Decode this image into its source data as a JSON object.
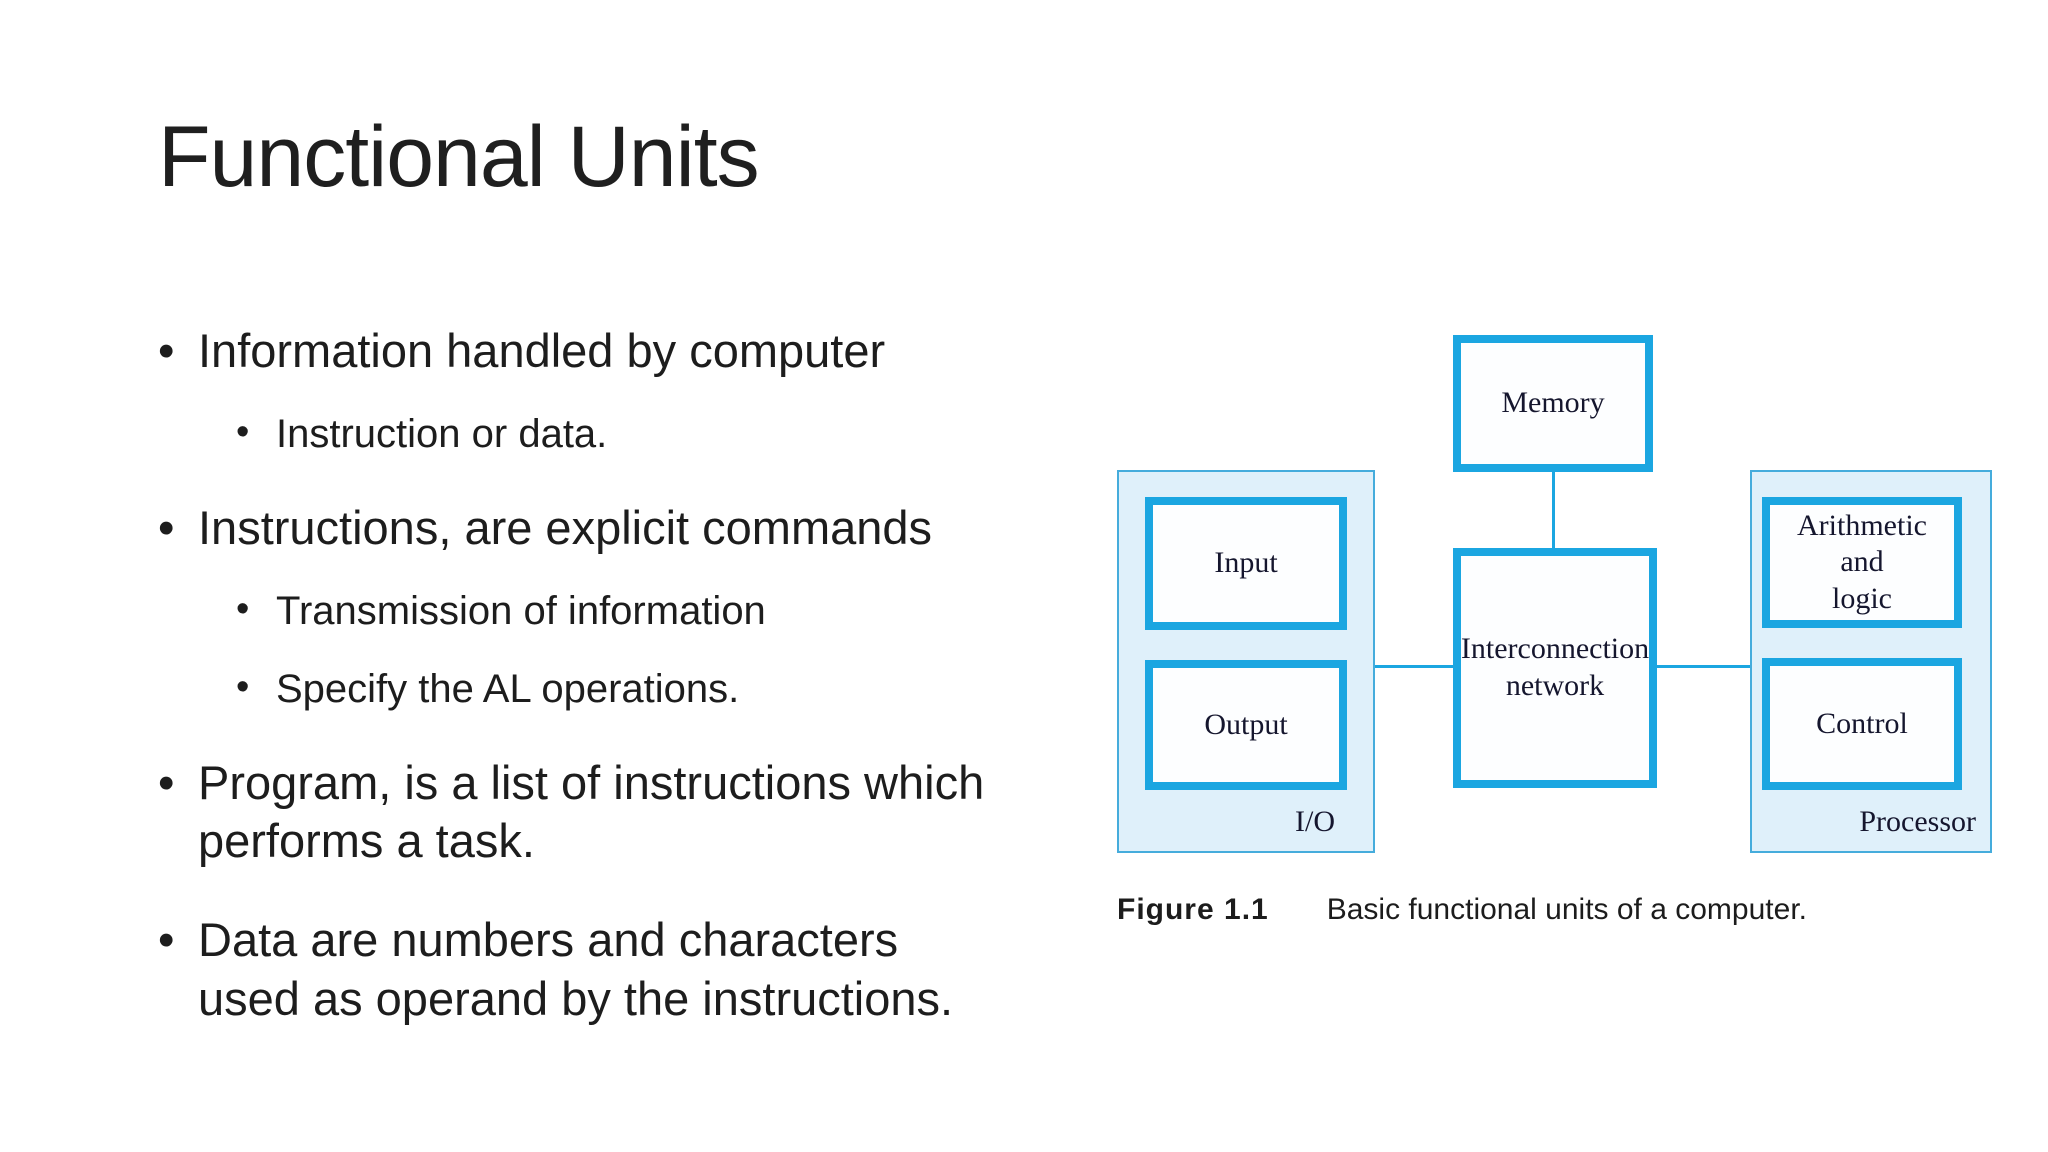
{
  "slide": {
    "title": "Functional Units",
    "bullets": [
      {
        "level": 1,
        "text": "Information handled by computer"
      },
      {
        "level": 2,
        "text": "Instruction or data."
      },
      {
        "level": 1,
        "text": "Instructions, are explicit commands"
      },
      {
        "level": 2,
        "text": "Transmission of information"
      },
      {
        "level": 2,
        "text": "Specify the AL operations."
      },
      {
        "level": 1,
        "text": "Program, is a list of instructions which\nperforms a task."
      },
      {
        "level": 1,
        "text": "Data are numbers and characters\nused as operand by the instructions."
      }
    ]
  },
  "figure": {
    "caption": {
      "label": "Figure 1.1",
      "text": "Basic functional units of a computer."
    },
    "diagram": {
      "memory_label": "Memory",
      "interconnection_label": "Interconnection\nnetwork",
      "io_group": {
        "label": "I/O",
        "input_label": "Input",
        "output_label": "Output"
      },
      "processor_group": {
        "label": "Processor",
        "alu_label": "Arithmetic\nand\nlogic",
        "control_label": "Control"
      }
    },
    "colors": {
      "box_border_blue": "#1BA6E1",
      "group_fill": "#DFF0FA",
      "group_border": "#45ACDC",
      "diagram_text": "#15162E",
      "slide_text": "#1D1D1D",
      "background": "#FFFFFF"
    }
  }
}
